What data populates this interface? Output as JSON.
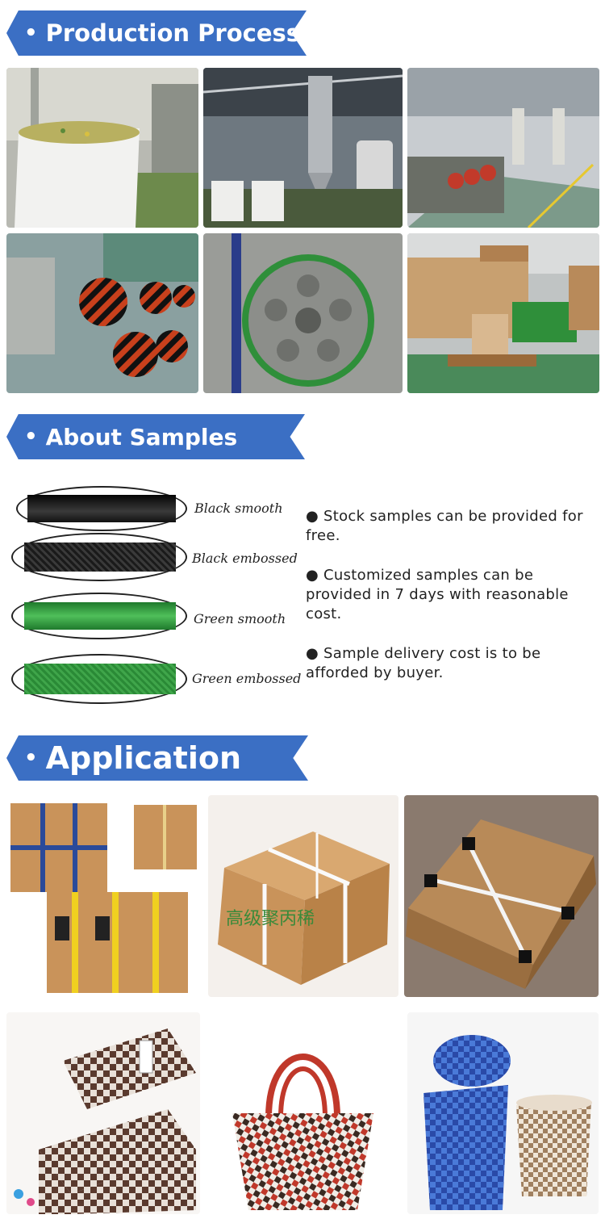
{
  "sections": {
    "production": {
      "title": "Production Process"
    },
    "samples": {
      "title": "About Samples"
    },
    "application": {
      "title": "Application"
    }
  },
  "samples": {
    "labels": [
      "Black smooth",
      "Black embossed",
      "Green smooth",
      "Green embossed"
    ],
    "notes": [
      "● Stock samples can be provided for free.",
      "● Customized samples can be provided in 7 days with reasonable cost.",
      "● Sample delivery cost is to be afforded by buyer."
    ]
  },
  "application": {
    "box_print_text": "高级聚丙稀"
  },
  "colors": {
    "banner": "#3b6fc4",
    "strap_green": "#2f8f3a",
    "strap_black": "#1a1a1a",
    "cardboard": "#c9935a"
  }
}
